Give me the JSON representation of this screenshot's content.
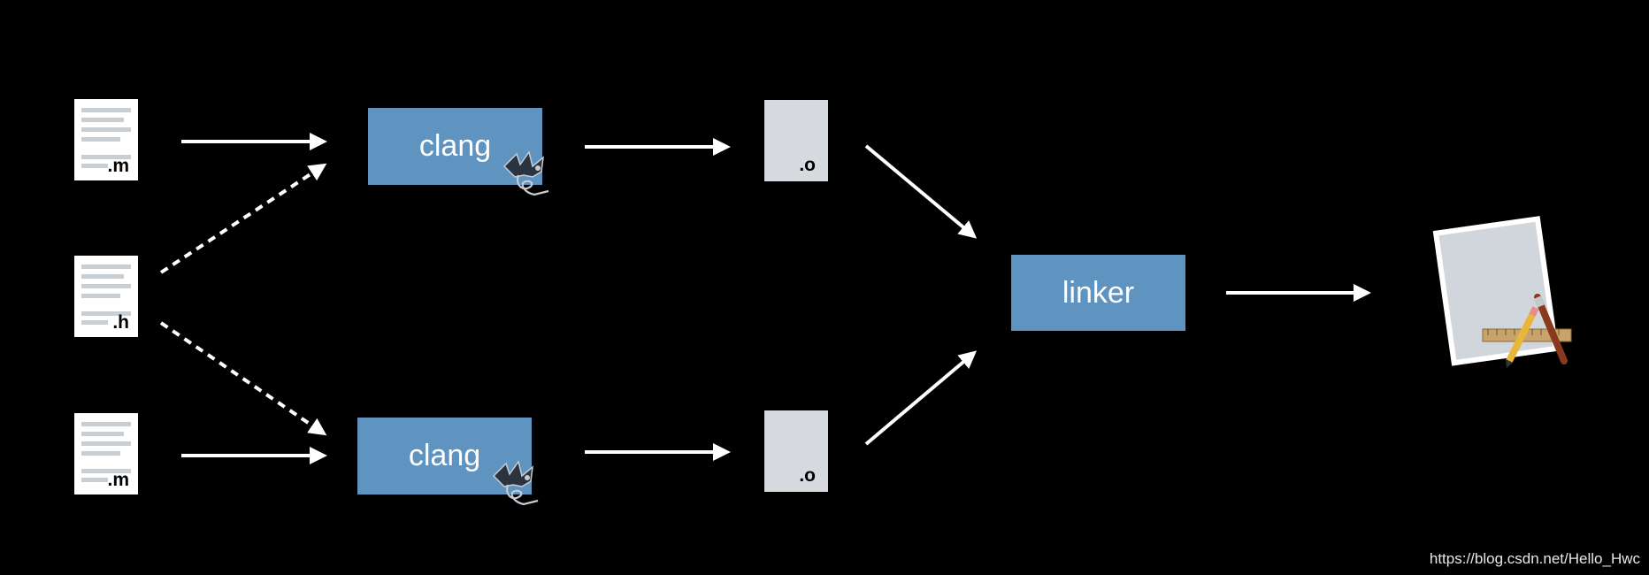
{
  "sources": [
    {
      "ext": ".m"
    },
    {
      "ext": ".h"
    },
    {
      "ext": ".m"
    }
  ],
  "compilers": [
    {
      "label": "clang"
    },
    {
      "label": "clang"
    }
  ],
  "objects": [
    {
      "ext": ".o"
    },
    {
      "ext": ".o"
    }
  ],
  "linker": {
    "label": "linker"
  },
  "result": {
    "icon": "xcode-app-icon"
  },
  "watermark": "https://blog.csdn.net/Hello_Hwc",
  "colors": {
    "background": "#000000",
    "box": "#5f93c0",
    "object_file": "#d6dade",
    "arrow": "#ffffff"
  }
}
